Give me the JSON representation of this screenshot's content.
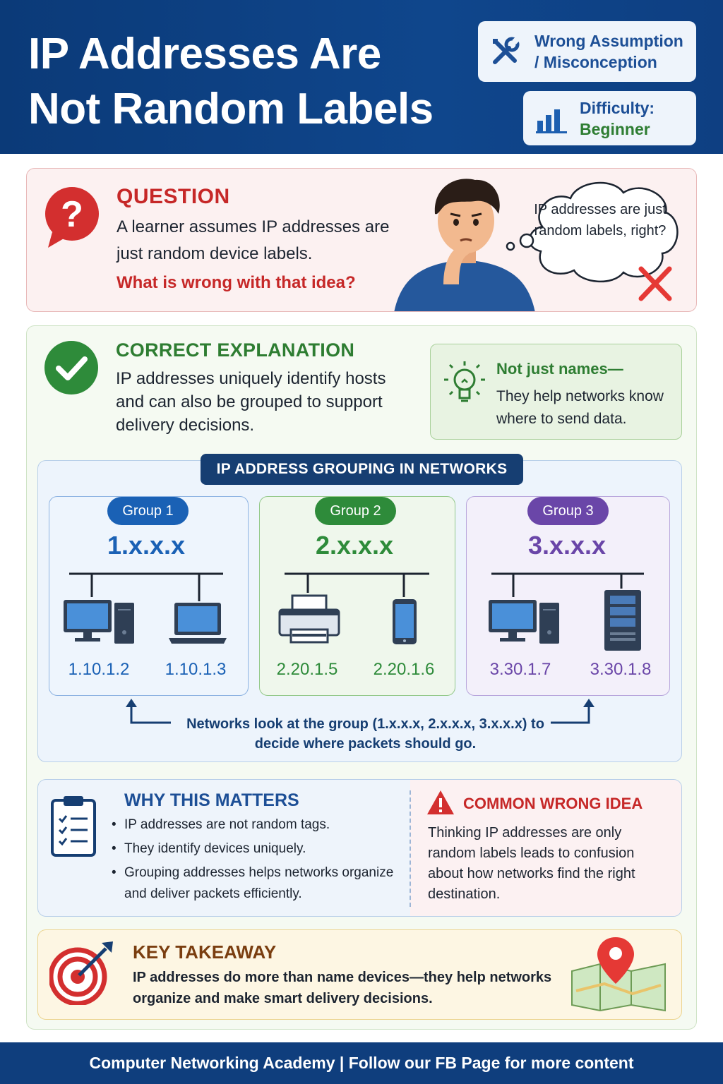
{
  "header": {
    "title_line1": "IP Addresses Are",
    "title_line2": "Not Random Labels",
    "category_line1": "Wrong Assumption",
    "category_line2": "/ Misconception",
    "difficulty_label": "Difficulty:",
    "difficulty_value": "Beginner"
  },
  "question": {
    "heading": "QUESTION",
    "body": "A learner assumes IP addresses are just random device labels.",
    "ask": "What is wrong with that idea?",
    "thought_bubble": "IP addresses are just random labels, right?"
  },
  "explanation": {
    "heading": "CORRECT EXPLANATION",
    "body": "IP addresses uniquely identify hosts and can also be grouped to support delivery decisions.",
    "tip_title": "Not just names—",
    "tip_body": "They help networks know where to send data."
  },
  "grouping": {
    "title": "IP ADDRESS GROUPING IN NETWORKS",
    "groups": [
      {
        "label": "Group 1",
        "network": "1.x.x.x",
        "hosts": [
          "1.10.1.2",
          "1.10.1.3"
        ],
        "devices": [
          "desktop-computer",
          "laptop"
        ],
        "color": "#1a61b5"
      },
      {
        "label": "Group 2",
        "network": "2.x.x.x",
        "hosts": [
          "2.20.1.5",
          "2.20.1.6"
        ],
        "devices": [
          "printer",
          "smartphone"
        ],
        "color": "#2e8b3a"
      },
      {
        "label": "Group 3",
        "network": "3.x.x.x",
        "hosts": [
          "3.30.1.7",
          "3.30.1.8"
        ],
        "devices": [
          "desktop-computer",
          "server"
        ],
        "color": "#6a46a8"
      }
    ],
    "note": "Networks look at the group (1.x.x.x, 2.x.x.x, 3.x.x.x) to decide where packets should go."
  },
  "why_matters": {
    "heading": "WHY THIS MATTERS",
    "points": [
      "IP addresses are not random tags.",
      "They identify devices uniquely.",
      "Grouping addresses helps networks organize and deliver packets efficiently."
    ]
  },
  "wrong_idea": {
    "heading": "COMMON WRONG IDEA",
    "body": "Thinking IP addresses are only random labels leads to confusion about how networks find the right destination."
  },
  "takeaway": {
    "heading": "KEY TAKEAWAY",
    "body": "IP addresses do more than name devices—they help networks organize and make smart delivery decisions."
  },
  "footer": {
    "text": "Computer Networking Academy  |  Follow our FB Page for more content"
  },
  "icons": {
    "tools": "tools-icon",
    "difficulty": "bar-chart-icon",
    "question": "question-bubble-icon",
    "check": "check-circle-icon",
    "tip": "lightbulb-icon",
    "why": "clipboard-checklist-icon",
    "warning": "warning-triangle-icon",
    "target": "target-icon",
    "map": "map-pin-icon"
  },
  "colors": {
    "header_bg": "#0f468c",
    "question_red": "#c62828",
    "explanation_green": "#2e7d32",
    "group1": "#1a61b5",
    "group2": "#2e8b3a",
    "group3": "#6a46a8",
    "footer_bg": "#0f3e7d"
  }
}
